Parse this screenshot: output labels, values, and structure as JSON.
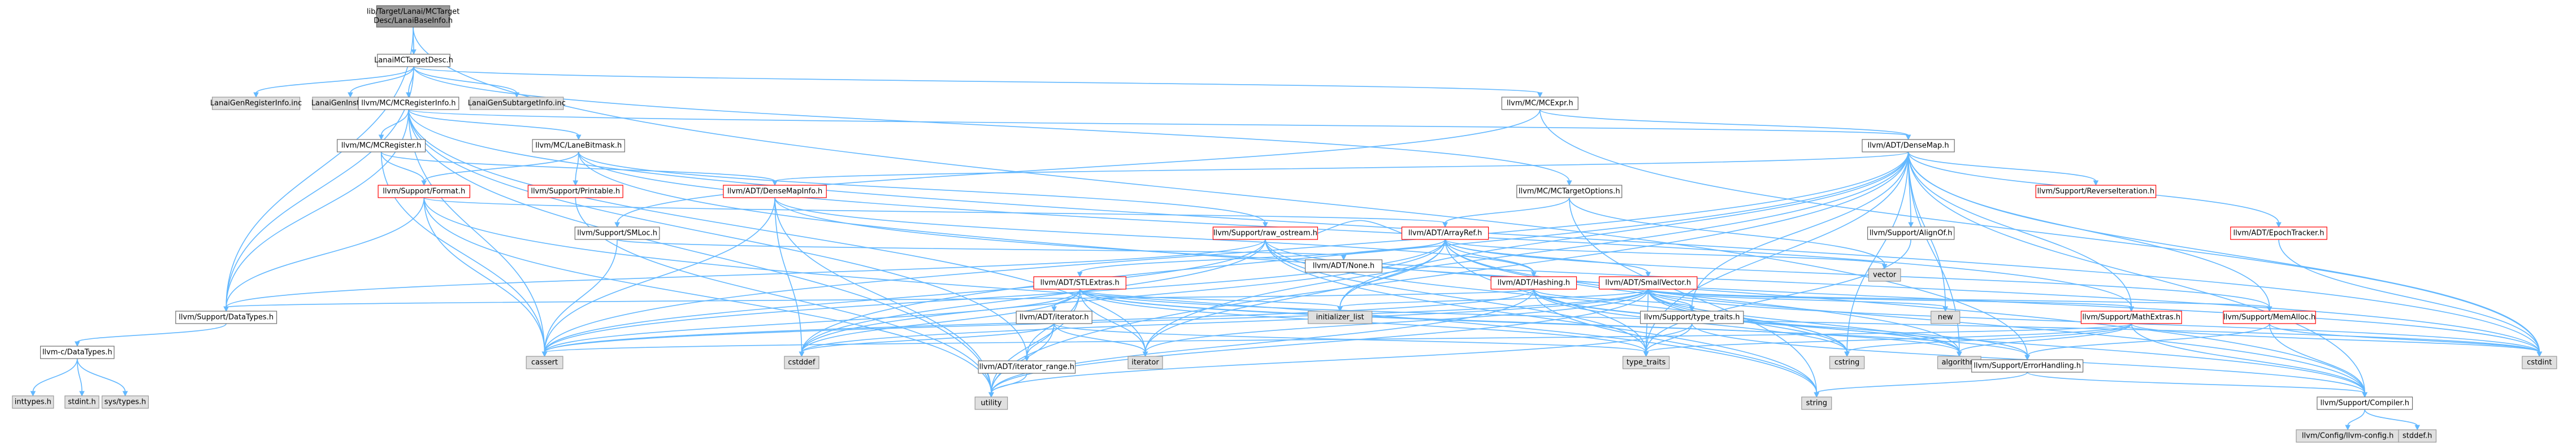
{
  "colors": {
    "edge": "#63b8ff",
    "root_fill": "#999999",
    "root_border": "#666666",
    "header_border": "#6e6e6e",
    "red_border": "#ff0000",
    "system_fill": "#e0e0e0",
    "system_border": "#999999",
    "text": "#000000"
  },
  "nodes": [
    {
      "id": "root",
      "kind": "root",
      "lines": [
        "lib/Target/Lanai/MCTarget",
        "Desc/LanaiBaseInfo.h"
      ]
    },
    {
      "id": "lanaiMCTargetDesc",
      "kind": "header",
      "lines": [
        "LanaiMCTargetDesc.h"
      ]
    },
    {
      "id": "lanaiGenRegisterInfo",
      "kind": "system",
      "lines": [
        "LanaiGenRegisterInfo.inc"
      ]
    },
    {
      "id": "lanaiGenInstrInfo",
      "kind": "system",
      "lines": [
        "LanaiGenInstrInfo.inc"
      ]
    },
    {
      "id": "lanaiGenSubtargetInfo",
      "kind": "system",
      "lines": [
        "LanaiGenSubtargetInfo.inc"
      ]
    },
    {
      "id": "mcRegisterInfo",
      "kind": "header",
      "lines": [
        "llvm/MC/MCRegisterInfo.h"
      ]
    },
    {
      "id": "mcExpr",
      "kind": "header",
      "lines": [
        "llvm/MC/MCExpr.h"
      ]
    },
    {
      "id": "mcRegister",
      "kind": "header",
      "lines": [
        "llvm/MC/MCRegister.h"
      ]
    },
    {
      "id": "laneBitmask",
      "kind": "header",
      "lines": [
        "llvm/MC/LaneBitmask.h"
      ]
    },
    {
      "id": "denseMap",
      "kind": "header",
      "lines": [
        "llvm/ADT/DenseMap.h"
      ]
    },
    {
      "id": "format",
      "kind": "red",
      "lines": [
        "llvm/Support/Format.h"
      ]
    },
    {
      "id": "printable",
      "kind": "red",
      "lines": [
        "llvm/Support/Printable.h"
      ]
    },
    {
      "id": "denseMapInfo",
      "kind": "red",
      "lines": [
        "llvm/ADT/DenseMapInfo.h"
      ]
    },
    {
      "id": "mcTargetOptions",
      "kind": "header",
      "lines": [
        "llvm/MC/MCTargetOptions.h"
      ]
    },
    {
      "id": "reverseIteration",
      "kind": "red",
      "lines": [
        "llvm/Support/ReverseIteration.h"
      ]
    },
    {
      "id": "smLoc",
      "kind": "header",
      "lines": [
        "llvm/Support/SMLoc.h"
      ]
    },
    {
      "id": "rawOstream",
      "kind": "red",
      "lines": [
        "llvm/Support/raw_ostream.h"
      ]
    },
    {
      "id": "arrayRef",
      "kind": "red",
      "lines": [
        "llvm/ADT/ArrayRef.h"
      ]
    },
    {
      "id": "alignOf",
      "kind": "header",
      "lines": [
        "llvm/Support/AlignOf.h"
      ]
    },
    {
      "id": "epochTracker",
      "kind": "red",
      "lines": [
        "llvm/ADT/EpochTracker.h"
      ]
    },
    {
      "id": "adtNone",
      "kind": "header",
      "lines": [
        "llvm/ADT/None.h"
      ]
    },
    {
      "id": "vector",
      "kind": "system",
      "lines": [
        "vector"
      ]
    },
    {
      "id": "stlExtras",
      "kind": "red",
      "lines": [
        "llvm/ADT/STLExtras.h"
      ]
    },
    {
      "id": "hashing",
      "kind": "red",
      "lines": [
        "llvm/ADT/Hashing.h"
      ]
    },
    {
      "id": "smallVector",
      "kind": "red",
      "lines": [
        "llvm/ADT/SmallVector.h"
      ]
    },
    {
      "id": "dataTypesH",
      "kind": "header",
      "lines": [
        "llvm/Support/DataTypes.h"
      ]
    },
    {
      "id": "initializerList",
      "kind": "system",
      "lines": [
        "initializer_list"
      ]
    },
    {
      "id": "new",
      "kind": "system",
      "lines": [
        "new"
      ]
    },
    {
      "id": "mathExtras",
      "kind": "red",
      "lines": [
        "llvm/Support/MathExtras.h"
      ]
    },
    {
      "id": "memAlloc",
      "kind": "red",
      "lines": [
        "llvm/Support/MemAlloc.h"
      ]
    },
    {
      "id": "adtIterator",
      "kind": "header",
      "lines": [
        "llvm/ADT/iterator.h"
      ]
    },
    {
      "id": "typeTraitsH",
      "kind": "header",
      "lines": [
        "llvm/Support/type_traits.h"
      ]
    },
    {
      "id": "cDataTypes",
      "kind": "header",
      "lines": [
        "llvm-c/DataTypes.h"
      ]
    },
    {
      "id": "cassert",
      "kind": "system",
      "lines": [
        "cassert"
      ]
    },
    {
      "id": "cstddef",
      "kind": "system",
      "lines": [
        "cstddef"
      ]
    },
    {
      "id": "iterator",
      "kind": "system",
      "lines": [
        "iterator"
      ]
    },
    {
      "id": "typeTraits",
      "kind": "system",
      "lines": [
        "type_traits"
      ]
    },
    {
      "id": "cstring",
      "kind": "system",
      "lines": [
        "cstring"
      ]
    },
    {
      "id": "algorithm",
      "kind": "system",
      "lines": [
        "algorithm"
      ]
    },
    {
      "id": "errorHandling",
      "kind": "header",
      "lines": [
        "llvm/Support/ErrorHandling.h"
      ]
    },
    {
      "id": "cstdint",
      "kind": "system",
      "lines": [
        "cstdint"
      ]
    },
    {
      "id": "iteratorRange",
      "kind": "header",
      "lines": [
        "llvm/ADT/iterator_range.h"
      ]
    },
    {
      "id": "utility",
      "kind": "system",
      "lines": [
        "utility"
      ]
    },
    {
      "id": "string",
      "kind": "system",
      "lines": [
        "string"
      ]
    },
    {
      "id": "compiler",
      "kind": "header",
      "lines": [
        "llvm/Support/Compiler.h"
      ]
    },
    {
      "id": "inttypes",
      "kind": "system",
      "lines": [
        "inttypes.h"
      ]
    },
    {
      "id": "stdint",
      "kind": "system",
      "lines": [
        "stdint.h"
      ]
    },
    {
      "id": "sysTypes",
      "kind": "system",
      "lines": [
        "sys/types.h"
      ]
    },
    {
      "id": "llvmConfig",
      "kind": "system",
      "lines": [
        "llvm/Config/llvm-config.h"
      ]
    },
    {
      "id": "stddef",
      "kind": "system",
      "lines": [
        "stddef.h"
      ]
    }
  ],
  "edges": [
    [
      "root",
      "lanaiMCTargetDesc"
    ],
    [
      "root",
      "dataTypesH"
    ],
    [
      "root",
      "errorHandling"
    ],
    [
      "lanaiMCTargetDesc",
      "lanaiGenRegisterInfo"
    ],
    [
      "lanaiMCTargetDesc",
      "lanaiGenInstrInfo"
    ],
    [
      "lanaiMCTargetDesc",
      "lanaiGenSubtargetInfo"
    ],
    [
      "lanaiMCTargetDesc",
      "mcRegisterInfo"
    ],
    [
      "lanaiMCTargetDesc",
      "mcExpr"
    ],
    [
      "lanaiMCTargetDesc",
      "mcTargetOptions"
    ],
    [
      "lanaiMCTargetDesc",
      "dataTypesH"
    ],
    [
      "mcRegisterInfo",
      "mcRegister"
    ],
    [
      "mcRegisterInfo",
      "laneBitmask"
    ],
    [
      "mcRegisterInfo",
      "denseMap"
    ],
    [
      "mcRegisterInfo",
      "dataTypesH"
    ],
    [
      "mcRegisterInfo",
      "cassert"
    ],
    [
      "mcRegisterInfo",
      "utility"
    ],
    [
      "mcRegisterInfo",
      "iteratorRange"
    ],
    [
      "mcRegisterInfo",
      "cstdint"
    ],
    [
      "mcRegisterInfo",
      "iterator"
    ],
    [
      "mcRegister",
      "format"
    ],
    [
      "mcRegister",
      "denseMapInfo"
    ],
    [
      "mcRegister",
      "cassert"
    ],
    [
      "laneBitmask",
      "printable"
    ],
    [
      "laneBitmask",
      "format"
    ],
    [
      "laneBitmask",
      "rawOstream"
    ],
    [
      "laneBitmask",
      "compiler"
    ],
    [
      "laneBitmask",
      "mathExtras"
    ],
    [
      "mcExpr",
      "denseMap"
    ],
    [
      "mcExpr",
      "smLoc"
    ],
    [
      "mcExpr",
      "cstdint"
    ],
    [
      "format",
      "dataTypesH"
    ],
    [
      "format",
      "arrayRef"
    ],
    [
      "format",
      "cassert"
    ],
    [
      "format",
      "utility"
    ],
    [
      "format",
      "string"
    ],
    [
      "printable",
      "utility"
    ],
    [
      "denseMapInfo",
      "cassert"
    ],
    [
      "denseMapInfo",
      "cstddef"
    ],
    [
      "denseMapInfo",
      "utility"
    ],
    [
      "denseMapInfo",
      "cstdint"
    ],
    [
      "denseMapInfo",
      "hashing"
    ],
    [
      "denseMap",
      "denseMapInfo"
    ],
    [
      "denseMap",
      "epochTracker"
    ],
    [
      "denseMap",
      "alignOf"
    ],
    [
      "denseMap",
      "reverseIteration"
    ],
    [
      "denseMap",
      "compiler"
    ],
    [
      "denseMap",
      "mathExtras"
    ],
    [
      "denseMap",
      "memAlloc"
    ],
    [
      "denseMap",
      "typeTraitsH"
    ],
    [
      "denseMap",
      "algorithm"
    ],
    [
      "denseMap",
      "cassert"
    ],
    [
      "denseMap",
      "cstddef"
    ],
    [
      "denseMap",
      "cstring"
    ],
    [
      "denseMap",
      "initializerList"
    ],
    [
      "denseMap",
      "iterator"
    ],
    [
      "denseMap",
      "new"
    ],
    [
      "denseMap",
      "typeTraits"
    ],
    [
      "denseMap",
      "utility"
    ],
    [
      "denseMap",
      "cstdint"
    ],
    [
      "mcTargetOptions",
      "arrayRef"
    ],
    [
      "mcTargetOptions",
      "string"
    ],
    [
      "mcTargetOptions",
      "vector"
    ],
    [
      "smLoc",
      "cassert"
    ],
    [
      "smLoc",
      "adtNone"
    ],
    [
      "rawOstream",
      "arrayRef"
    ],
    [
      "rawOstream",
      "dataTypesH"
    ],
    [
      "rawOstream",
      "cassert"
    ],
    [
      "rawOstream",
      "cstddef"
    ],
    [
      "rawOstream",
      "cstdint"
    ],
    [
      "rawOstream",
      "cstring"
    ],
    [
      "rawOstream",
      "string"
    ],
    [
      "rawOstream",
      "typeTraits"
    ],
    [
      "arrayRef",
      "hashing"
    ],
    [
      "arrayRef",
      "adtNone"
    ],
    [
      "arrayRef",
      "smallVector"
    ],
    [
      "arrayRef",
      "stlExtras"
    ],
    [
      "arrayRef",
      "compiler"
    ],
    [
      "arrayRef",
      "algorithm"
    ],
    [
      "arrayRef",
      "cassert"
    ],
    [
      "arrayRef",
      "cstddef"
    ],
    [
      "arrayRef",
      "initializerList"
    ],
    [
      "arrayRef",
      "iterator"
    ],
    [
      "arrayRef",
      "memAlloc"
    ],
    [
      "arrayRef",
      "typeTraits"
    ],
    [
      "arrayRef",
      "vector"
    ],
    [
      "alignOf",
      "typeTraits"
    ],
    [
      "epochTracker",
      "cstdint"
    ],
    [
      "stlExtras",
      "adtIterator"
    ],
    [
      "stlExtras",
      "iteratorRange"
    ],
    [
      "stlExtras",
      "errorHandling"
    ],
    [
      "stlExtras",
      "algorithm"
    ],
    [
      "stlExtras",
      "cassert"
    ],
    [
      "stlExtras",
      "cstddef"
    ],
    [
      "stlExtras",
      "cstdint"
    ],
    [
      "stlExtras",
      "initializerList"
    ],
    [
      "stlExtras",
      "iterator"
    ],
    [
      "stlExtras",
      "typeTraits"
    ],
    [
      "stlExtras",
      "utility"
    ],
    [
      "hashing",
      "dataTypesH"
    ],
    [
      "hashing",
      "errorHandling"
    ],
    [
      "hashing",
      "typeTraitsH"
    ],
    [
      "hashing",
      "algorithm"
    ],
    [
      "hashing",
      "cassert"
    ],
    [
      "hashing",
      "cstring"
    ],
    [
      "hashing",
      "string"
    ],
    [
      "hashing",
      "utility"
    ],
    [
      "smallVector",
      "compiler"
    ],
    [
      "smallVector",
      "typeTraitsH"
    ],
    [
      "smallVector",
      "algorithm"
    ],
    [
      "smallVector",
      "cassert"
    ],
    [
      "smallVector",
      "cstddef"
    ],
    [
      "smallVector",
      "cstdint"
    ],
    [
      "smallVector",
      "cstring"
    ],
    [
      "smallVector",
      "initializerList"
    ],
    [
      "smallVector",
      "iterator"
    ],
    [
      "smallVector",
      "new"
    ],
    [
      "smallVector",
      "typeTraits"
    ],
    [
      "smallVector",
      "utility"
    ],
    [
      "smallVector",
      "memAlloc"
    ],
    [
      "smallVector",
      "mathExtras"
    ],
    [
      "dataTypesH",
      "cDataTypes"
    ],
    [
      "cDataTypes",
      "inttypes"
    ],
    [
      "cDataTypes",
      "stdint"
    ],
    [
      "cDataTypes",
      "sysTypes"
    ],
    [
      "mathExtras",
      "compiler"
    ],
    [
      "mathExtras",
      "cassert"
    ],
    [
      "mathExtras",
      "cstdint"
    ],
    [
      "mathExtras",
      "cstring"
    ],
    [
      "mathExtras",
      "typeTraits"
    ],
    [
      "mathExtras",
      "algorithm"
    ],
    [
      "memAlloc",
      "compiler"
    ],
    [
      "memAlloc",
      "errorHandling"
    ],
    [
      "memAlloc",
      "cstdint"
    ],
    [
      "adtIterator",
      "iteratorRange"
    ],
    [
      "adtIterator",
      "cstddef"
    ],
    [
      "adtIterator",
      "iterator"
    ],
    [
      "adtIterator",
      "typeTraits"
    ],
    [
      "adtIterator",
      "utility"
    ],
    [
      "typeTraitsH",
      "compiler"
    ],
    [
      "typeTraitsH",
      "typeTraits"
    ],
    [
      "typeTraitsH",
      "utility"
    ],
    [
      "iteratorRange",
      "utility"
    ],
    [
      "errorHandling",
      "compiler"
    ],
    [
      "errorHandling",
      "string"
    ],
    [
      "compiler",
      "llvmConfig"
    ],
    [
      "compiler",
      "stddef"
    ]
  ]
}
